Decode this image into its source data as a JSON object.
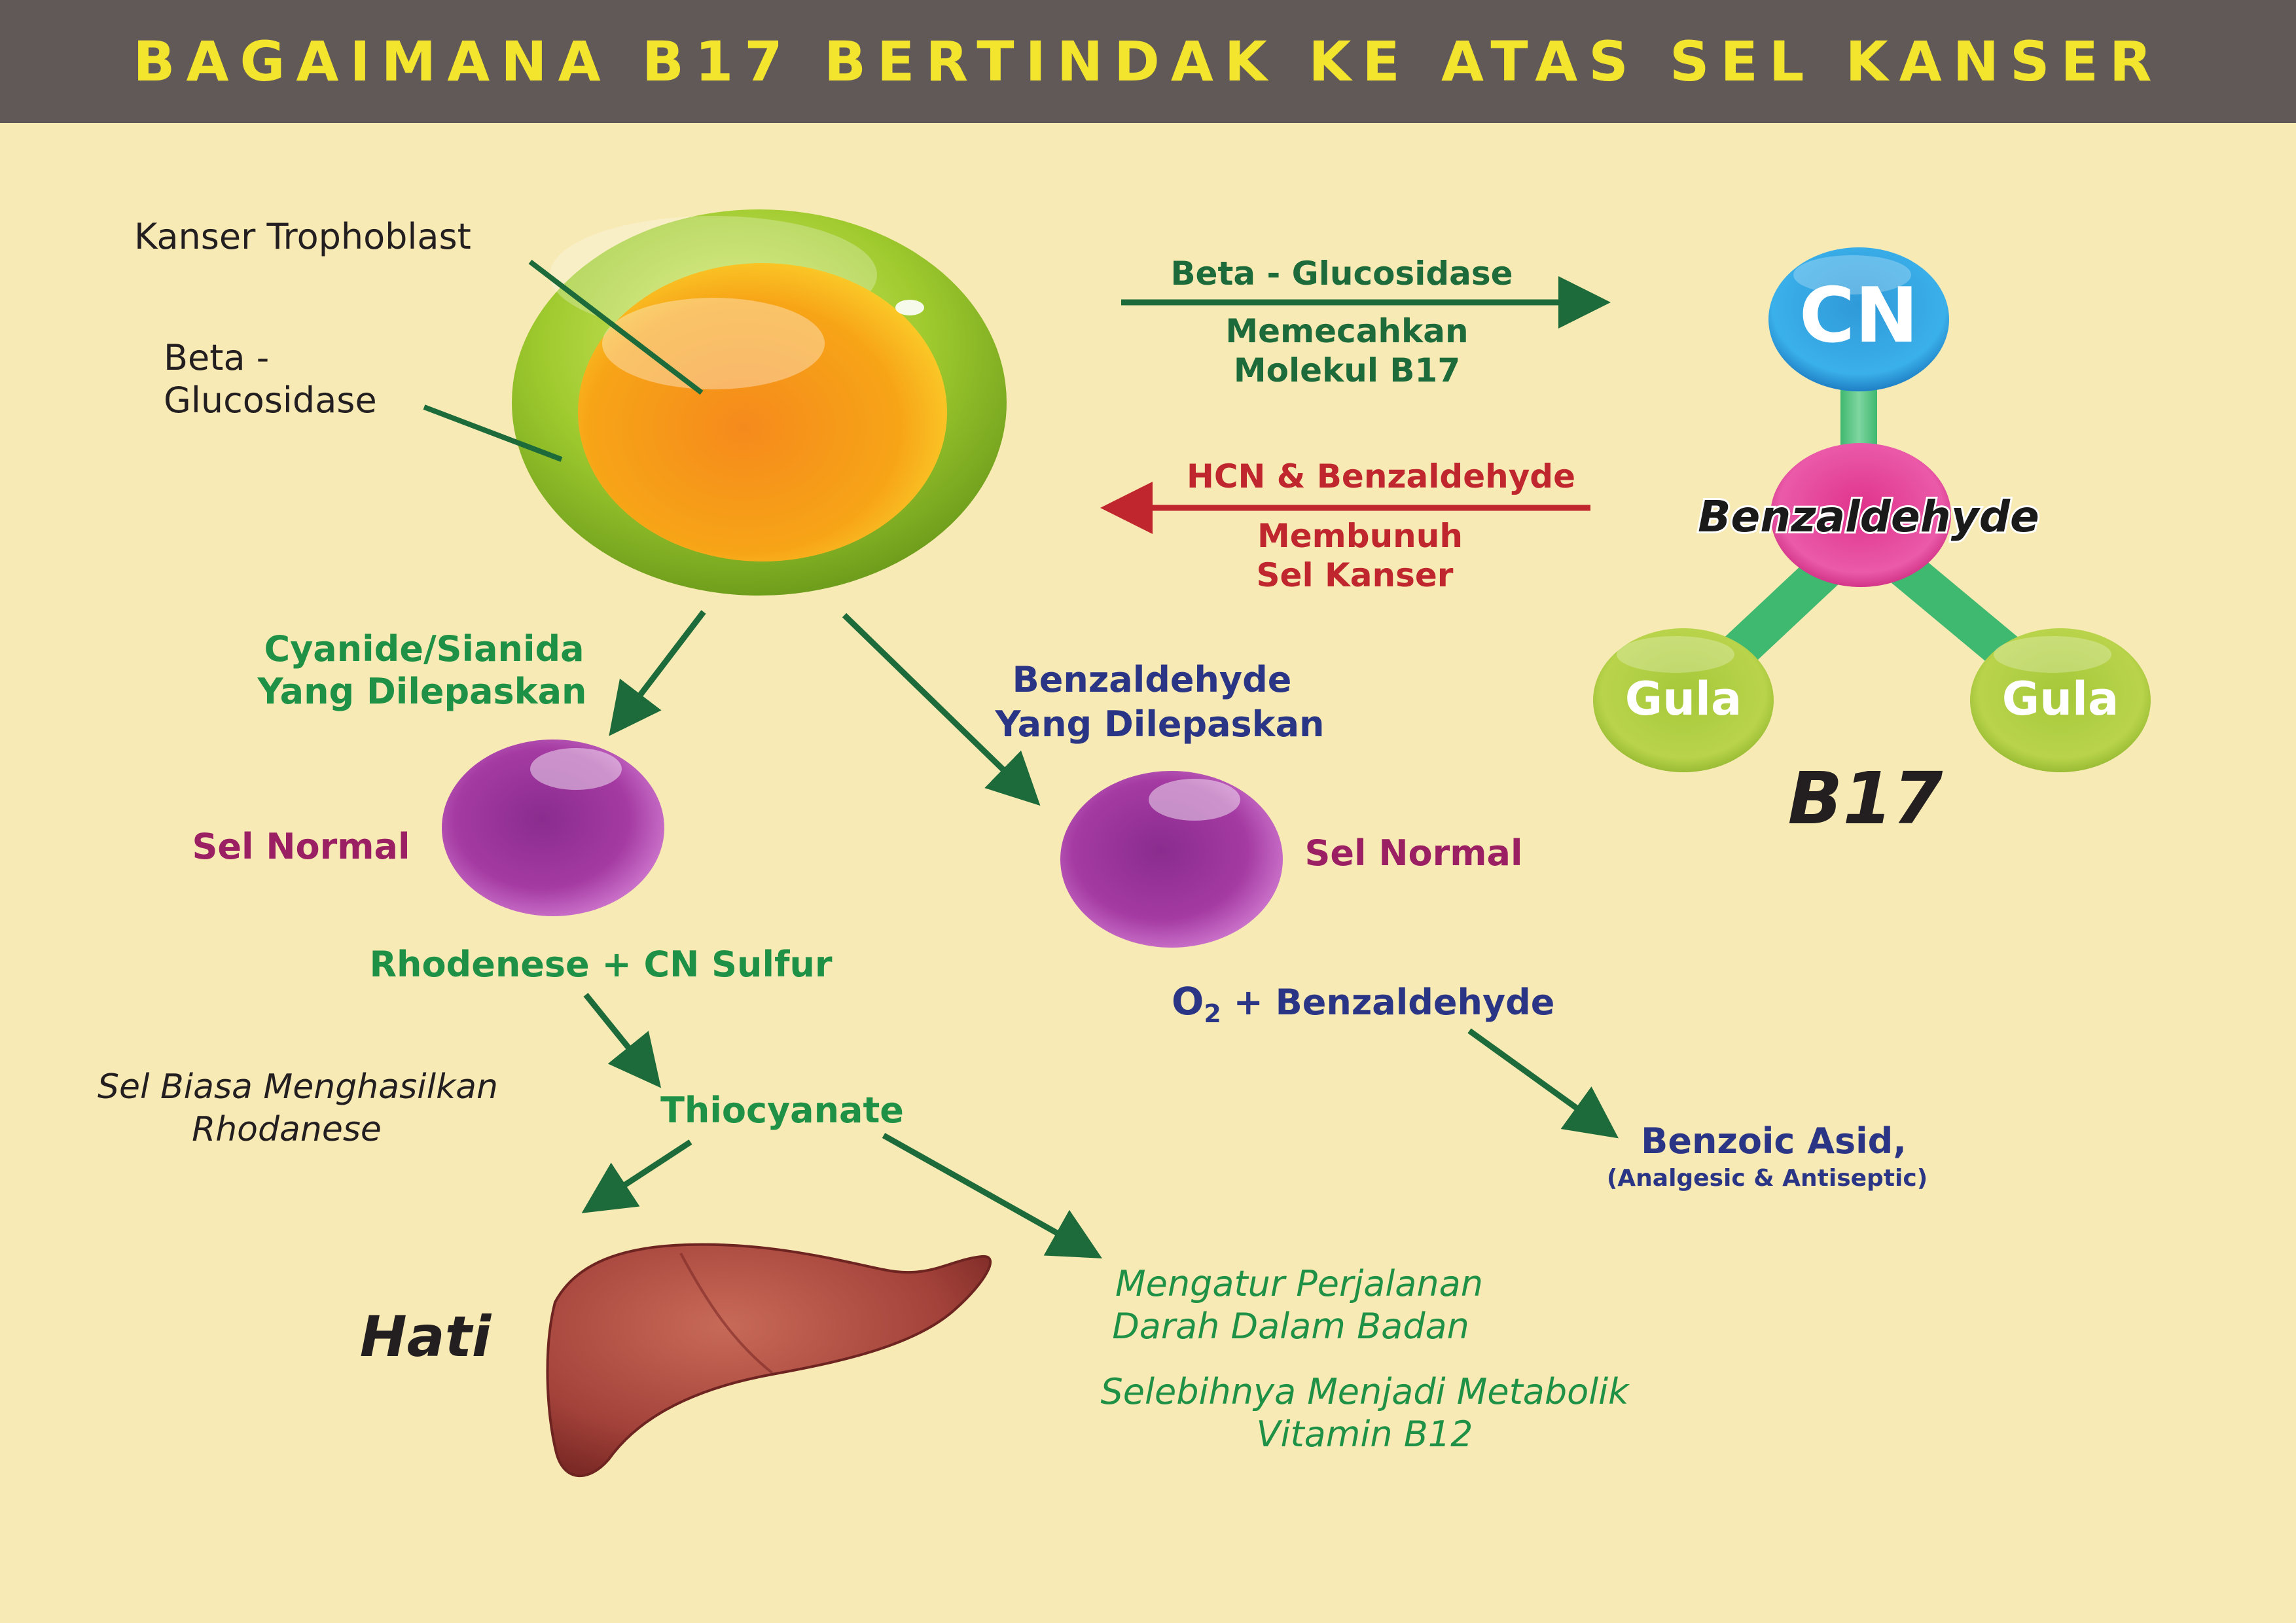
{
  "title": "BAGAIMANA B17 BERTINDAK KE ATAS SEL KANSER",
  "cancer_cell": {
    "trophoblast_label": "Kanser Trophoblast",
    "enzyme_label_line1": "Beta -",
    "enzyme_label_line2": "Glucosidase"
  },
  "arrow_right": {
    "top_label": "Beta - Glucosidase",
    "bottom_line1": "Memecahkan",
    "bottom_line2": "Molekul B17"
  },
  "arrow_left": {
    "top_label": "HCN & Benzaldehyde",
    "bottom_line1": "Membunuh",
    "bottom_line2": "Sel Kanser"
  },
  "molecule": {
    "cn": "CN",
    "center": "Benzaldehyde",
    "left": "Gula",
    "right": "Gula",
    "name": "B17"
  },
  "left_branch": {
    "released_line1": "Cyanide/Sianida",
    "released_line2": "Yang Dilepaskan",
    "cell_label": "Sel Normal",
    "reaction": "Rhodenese + CN Sulfur",
    "note_line1": "Sel Biasa Menghasilkan",
    "note_line2": "Rhodanese",
    "product": "Thiocyanate",
    "organ": "Hati",
    "effect_line1": "Mengatur Perjalanan",
    "effect_line2": "Darah Dalam Badan",
    "effect_line3": "Selebihnya Menjadi Metabolik",
    "effect_line4": "Vitamin B12"
  },
  "right_branch": {
    "released_line1": "Benzaldehyde",
    "released_line2": "Yang Dilepaskan",
    "cell_label": "Sel Normal",
    "reaction_o": "O",
    "reaction_sub": "2",
    "reaction_rest": " + Benzaldehyde",
    "product": "Benzoic Asid,",
    "product_note": "(Analgesic & Antiseptic)"
  },
  "colors": {
    "header_bg": "#615958",
    "title": "#f3e52d",
    "background": "#f7eab4",
    "dark_green": "#1d6b3a",
    "bright_green": "#1f9146",
    "red": "#c0262d",
    "navy": "#2b3586",
    "magenta": "#9b1f63"
  }
}
